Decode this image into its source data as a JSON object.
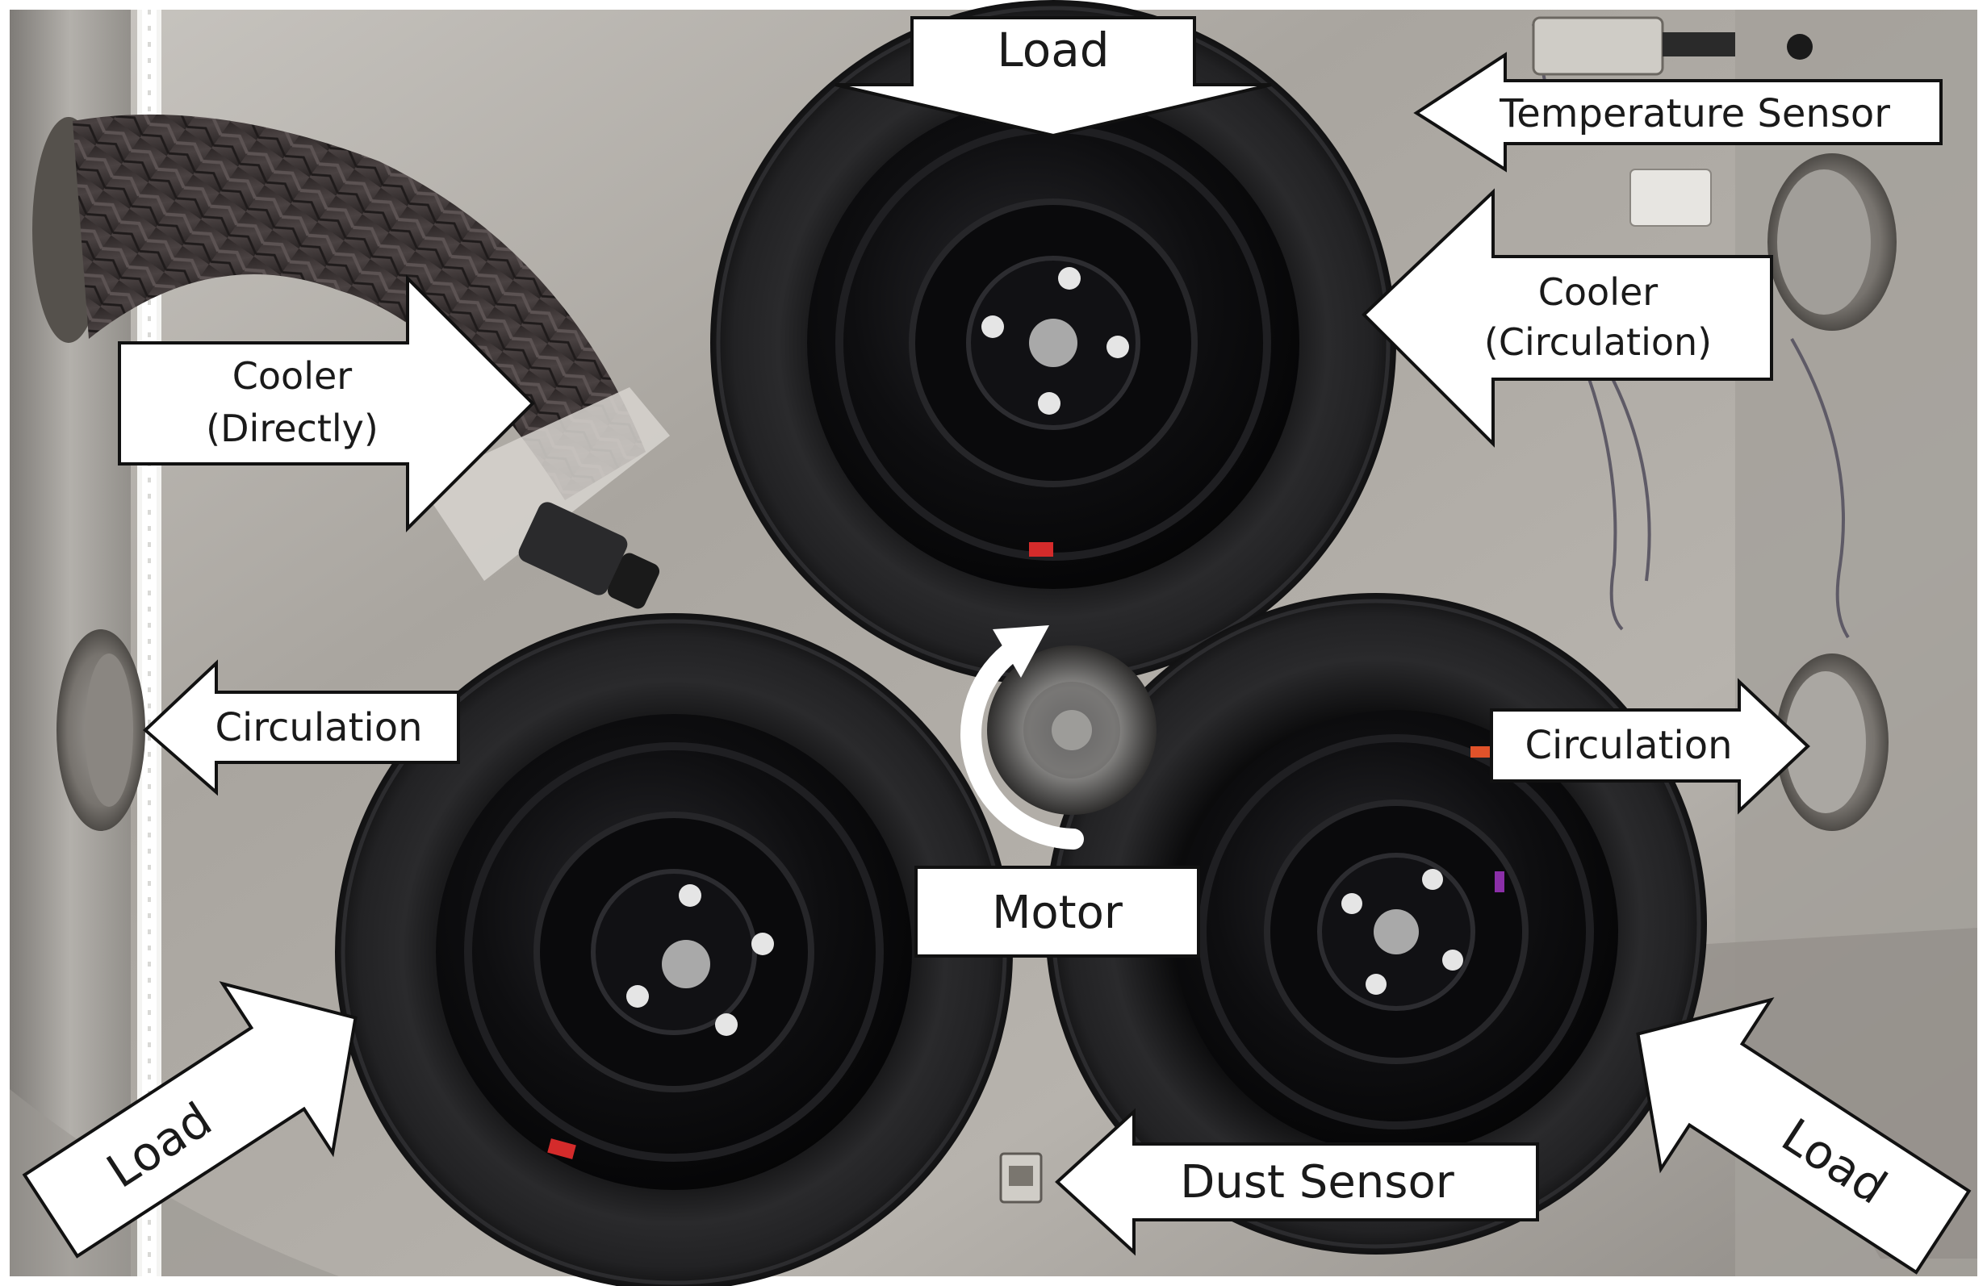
{
  "labels": {
    "load_top": "Load",
    "temperature_sensor": "Temperature  Sensor",
    "cooler_circulation_line1": "Cooler",
    "cooler_circulation_line2": "(Circulation)",
    "cooler_directly_line1": "Cooler",
    "cooler_directly_line2": "(Directly)",
    "circulation_left": "Circulation",
    "circulation_right": "Circulation",
    "motor": "Motor",
    "load_bottom_left": "Load",
    "load_bottom_right": "Load",
    "dust_sensor": "Dust Sensor"
  },
  "colors": {
    "chamber_metal": "#a7a39d",
    "tire": "#1c1c1e",
    "rim": "#0d0d0f",
    "hose": "#3b3434",
    "arrow_fill": "#ffffff",
    "arrow_stroke": "#111111",
    "tire_mark": "#d42b2b"
  }
}
